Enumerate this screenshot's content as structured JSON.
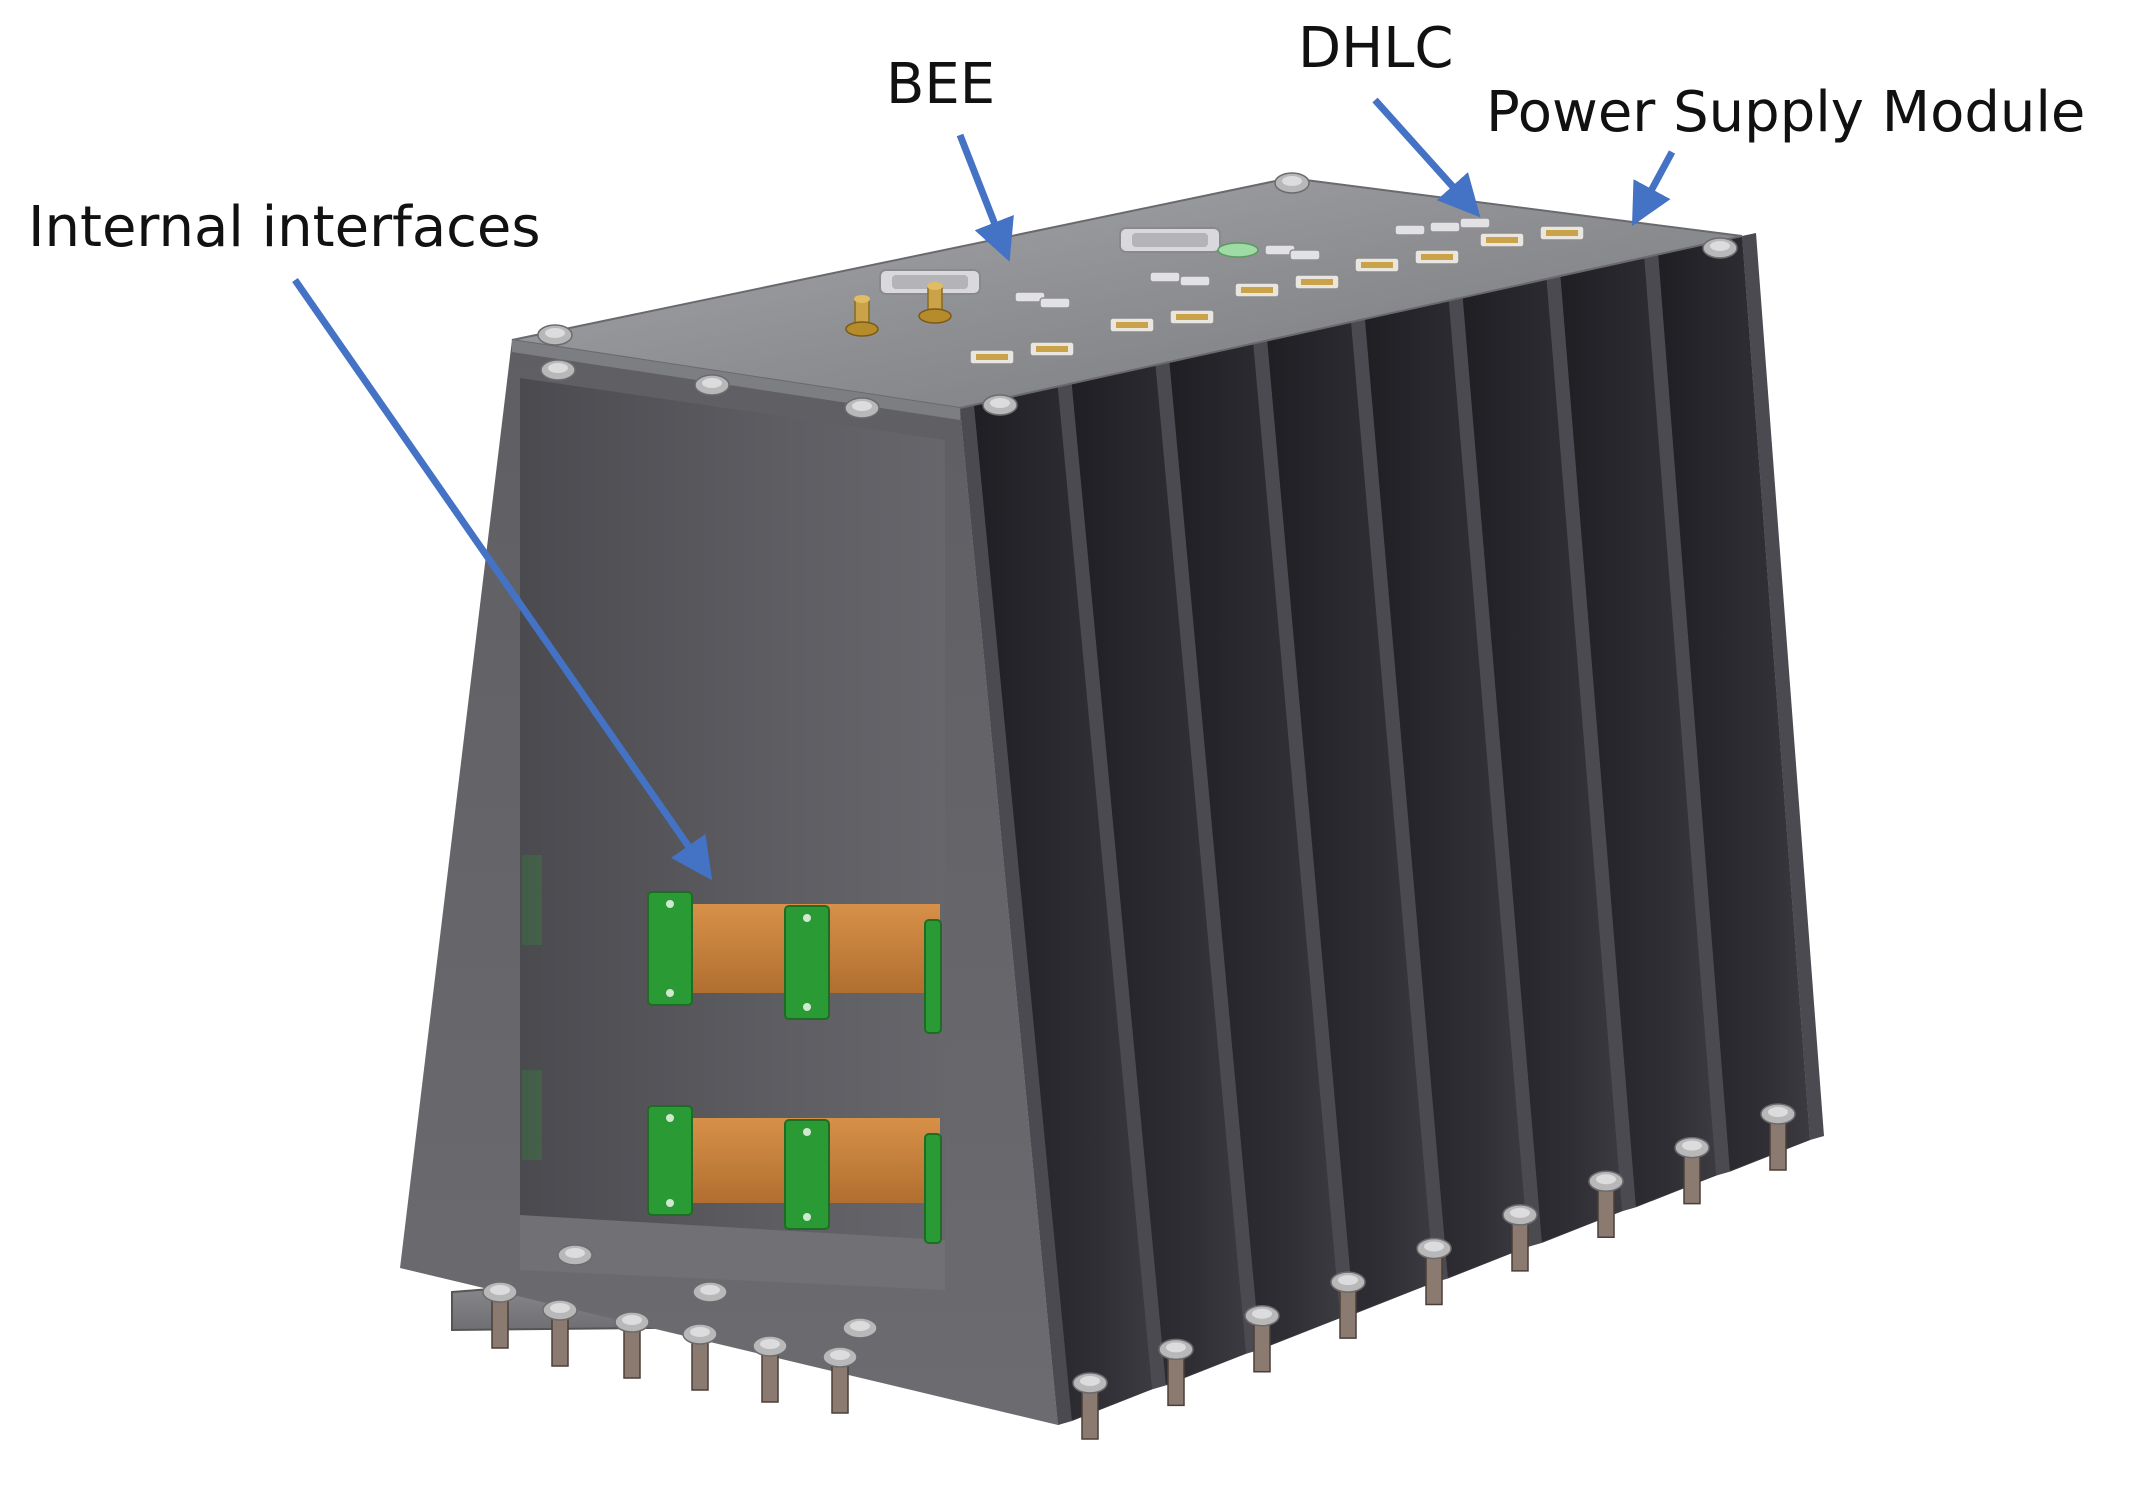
{
  "labels": {
    "bee": "BEE",
    "dhlc": "DHLC",
    "power_supply_module": "Power Supply Module",
    "internal_interfaces": "Internal interfaces"
  },
  "colors": {
    "arrow": "#4472C4",
    "housing_dark": "#2b2b30",
    "housing_top": "#8f9094",
    "connector_gold": "#c9a24a",
    "flex_cable": "#c8813c",
    "pcb_green": "#2a9a35",
    "bolt": "#b8b8b8"
  },
  "components": {
    "module_count": 8
  }
}
